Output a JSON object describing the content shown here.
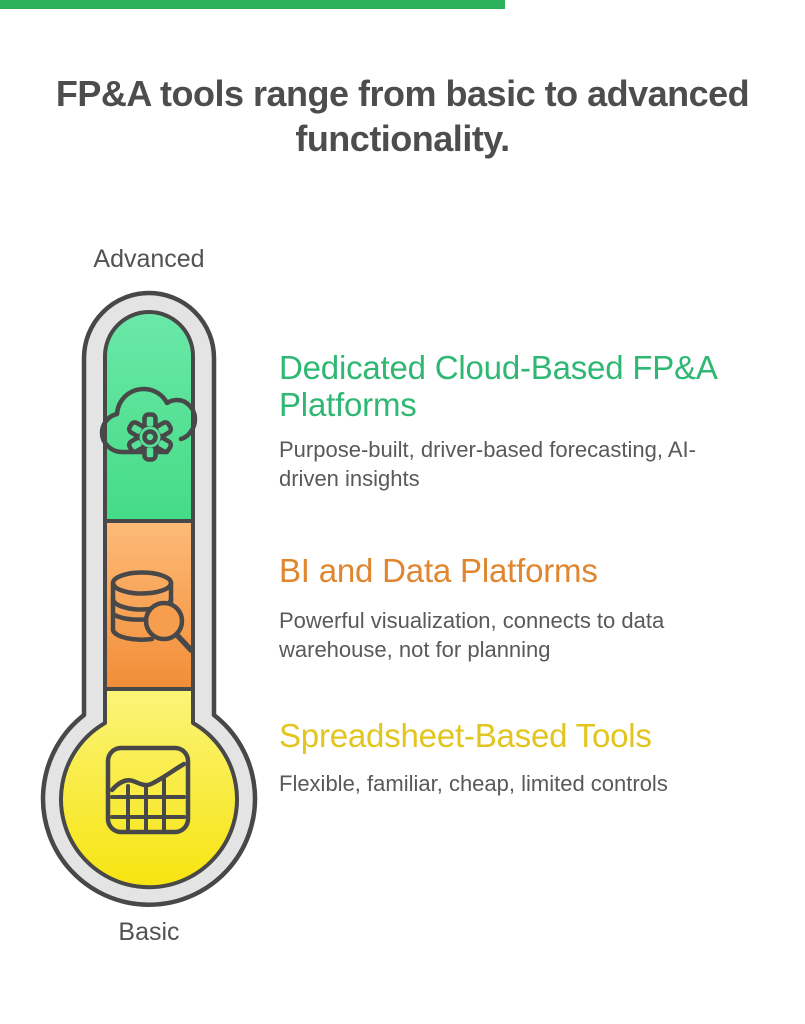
{
  "page": {
    "background": "#ffffff"
  },
  "top_bar": {
    "color": "#2cb25b"
  },
  "title": {
    "text": "FP&A tools range from basic to advanced functionality.",
    "color": "#4d4d4d"
  },
  "scale": {
    "top_label": "Advanced",
    "bottom_label": "Basic",
    "label_color": "#525252"
  },
  "thermometer": {
    "outline": "#484848",
    "tube": "#e4e4e4",
    "segments": [
      {
        "name": "advanced",
        "icon": "cloud-gear-icon",
        "fill_top": "#6ae8a8",
        "fill_bottom": "#45db86",
        "icon_bg": "#57e097"
      },
      {
        "name": "intermediate",
        "icon": "database-search-icon",
        "fill_top": "#fdbb79",
        "fill_bottom": "#f28d37",
        "icon_bg": "#f69e4e"
      },
      {
        "name": "basic",
        "icon": "chart-grid-icon",
        "fill_top": "#fbf479",
        "fill_bottom": "#f7e410",
        "icon_bg": "#f9ee4a"
      }
    ]
  },
  "sections": [
    {
      "heading": "Dedicated Cloud-Based FP&A Platforms",
      "heading_color": "#2fb873",
      "description": "Purpose-built, driver-based forecasting, AI-driven insights"
    },
    {
      "heading": "BI and Data Platforms",
      "heading_color": "#e0862e",
      "description": "Powerful visualization, connects to data warehouse, not for planning"
    },
    {
      "heading": "Spreadsheet-Based Tools",
      "heading_color": "#e2c51f",
      "description": "Flexible, familiar, cheap, limited controls"
    }
  ]
}
